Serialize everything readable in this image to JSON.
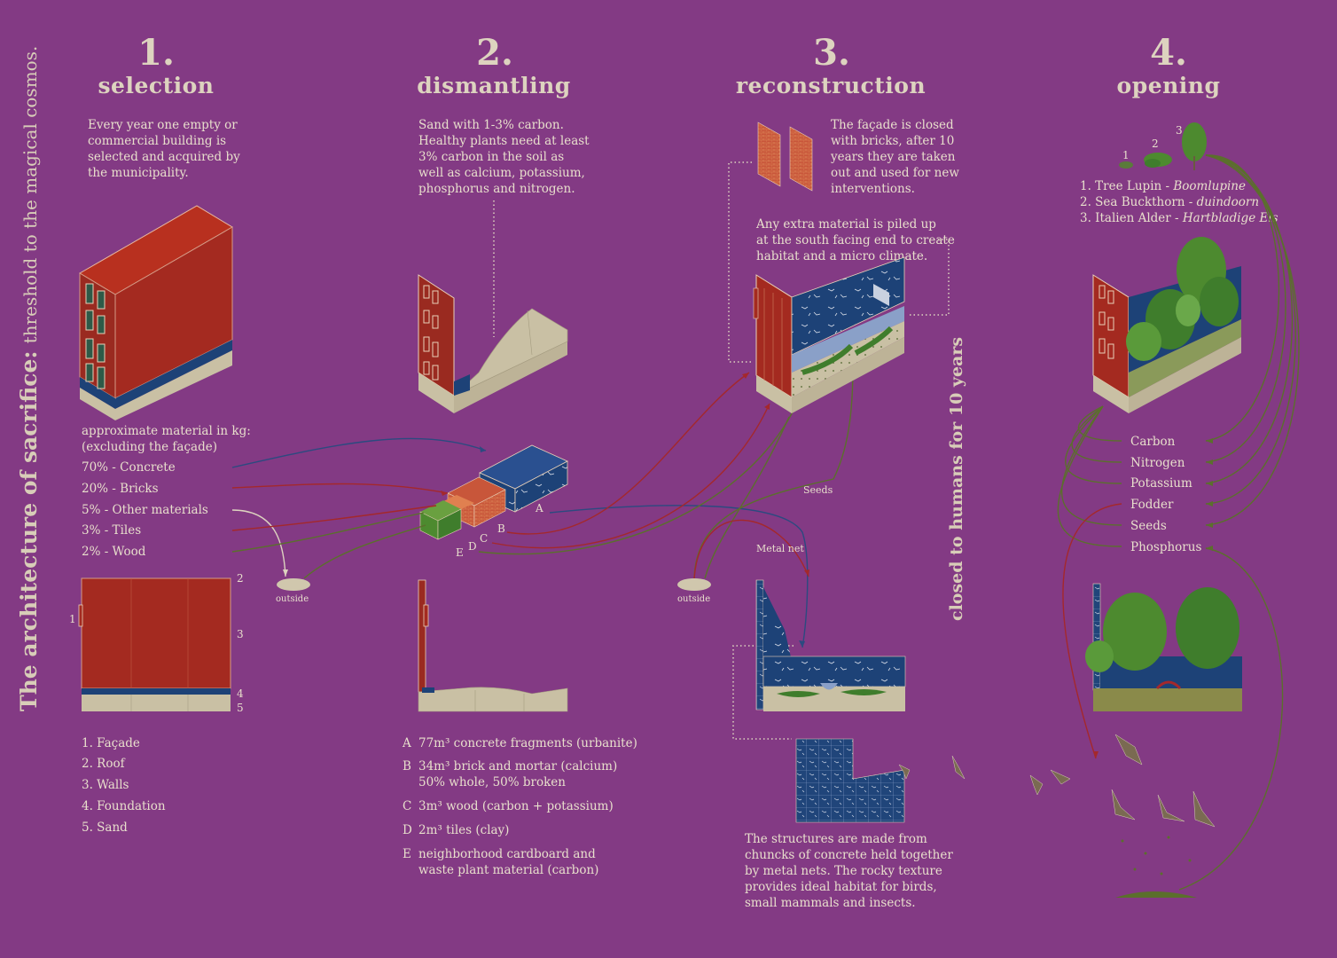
{
  "side_title": "The architecture of sacrifice:",
  "side_subtitle": "threshold to the magical cosmos.",
  "closed_label": "closed to humans for 10 years",
  "steps": [
    {
      "num": "1.",
      "title": "selection"
    },
    {
      "num": "2.",
      "title": "dismantling"
    },
    {
      "num": "3.",
      "title": "reconstruction"
    },
    {
      "num": "4.",
      "title": "opening"
    }
  ],
  "selection": {
    "intro": "Every year one empty or\ncommercial building is\nselected and acquired by\nthe municipality.",
    "materials_heading": "approximate material in kg:\n(excluding the façade)",
    "materials": [
      "70% - Concrete",
      "20% - Bricks",
      "5% - Other materials",
      "3% - Tiles",
      "2% - Wood"
    ],
    "section_numbers": [
      "1",
      "2",
      "3",
      "4",
      "5"
    ],
    "parts": [
      "1. Façade",
      "2. Roof",
      "3. Walls",
      "4. Foundation",
      "5. Sand"
    ],
    "outside": "outside"
  },
  "dismantling": {
    "intro": "Sand with 1-3% carbon.\nHealthy plants need at least\n3% carbon in the soil as\nwell as calcium, potassium,\nphosphorus and nitrogen.",
    "box_letters": [
      "A",
      "B",
      "C",
      "D",
      "E"
    ],
    "legend": [
      {
        "letter": "A",
        "text": "77m³ concrete fragments (urbanite)"
      },
      {
        "letter": "B",
        "text": "34m³ brick and mortar (calcium)\n50% whole, 50% broken"
      },
      {
        "letter": "C",
        "text": "3m³ wood (carbon + potassium)"
      },
      {
        "letter": "D",
        "text": "2m³ tiles (clay)"
      },
      {
        "letter": "E",
        "text": "neighborhood cardboard and\nwaste plant material (carbon)"
      }
    ],
    "outside": "outside"
  },
  "reconstruction": {
    "facade_text": "The façade is closed\nwith bricks, after 10\nyears they are taken\nout and used for new\ninterventions.",
    "pile_text": "Any extra material is piled up\nat the south facing end to create\nhabitat and a micro climate.",
    "seeds": "Seeds",
    "metal_net": "Metal net",
    "structures_text": "The structures are made from\nchuncks of concrete held together\nby metal nets. The rocky texture\nprovides ideal habitat for birds,\nsmall mammals and insects."
  },
  "opening": {
    "plant_numbers": [
      "1",
      "2",
      "3"
    ],
    "plants": [
      {
        "name": "1. Tree Lupin - ",
        "latin": "Boomlupine"
      },
      {
        "name": "2. Sea Buckthorn - ",
        "latin": "duindoorn"
      },
      {
        "name": "3. Italien Alder - ",
        "latin": "Hartbladige Els"
      }
    ],
    "nutrients": [
      "Carbon",
      "Nitrogen",
      "Potassium",
      "Fodder",
      "Seeds",
      "Phosphorus"
    ]
  },
  "colors": {
    "background": "#833a84",
    "text": "#e6dcc8",
    "brick": "#a42a20",
    "blue": "#1d4277",
    "sand": "#c9c0a4",
    "green": "#3f7d2c",
    "arrow_red": "#a4282c",
    "arrow_blue": "#2c4a80",
    "arrow_green": "#5b6f2c"
  }
}
